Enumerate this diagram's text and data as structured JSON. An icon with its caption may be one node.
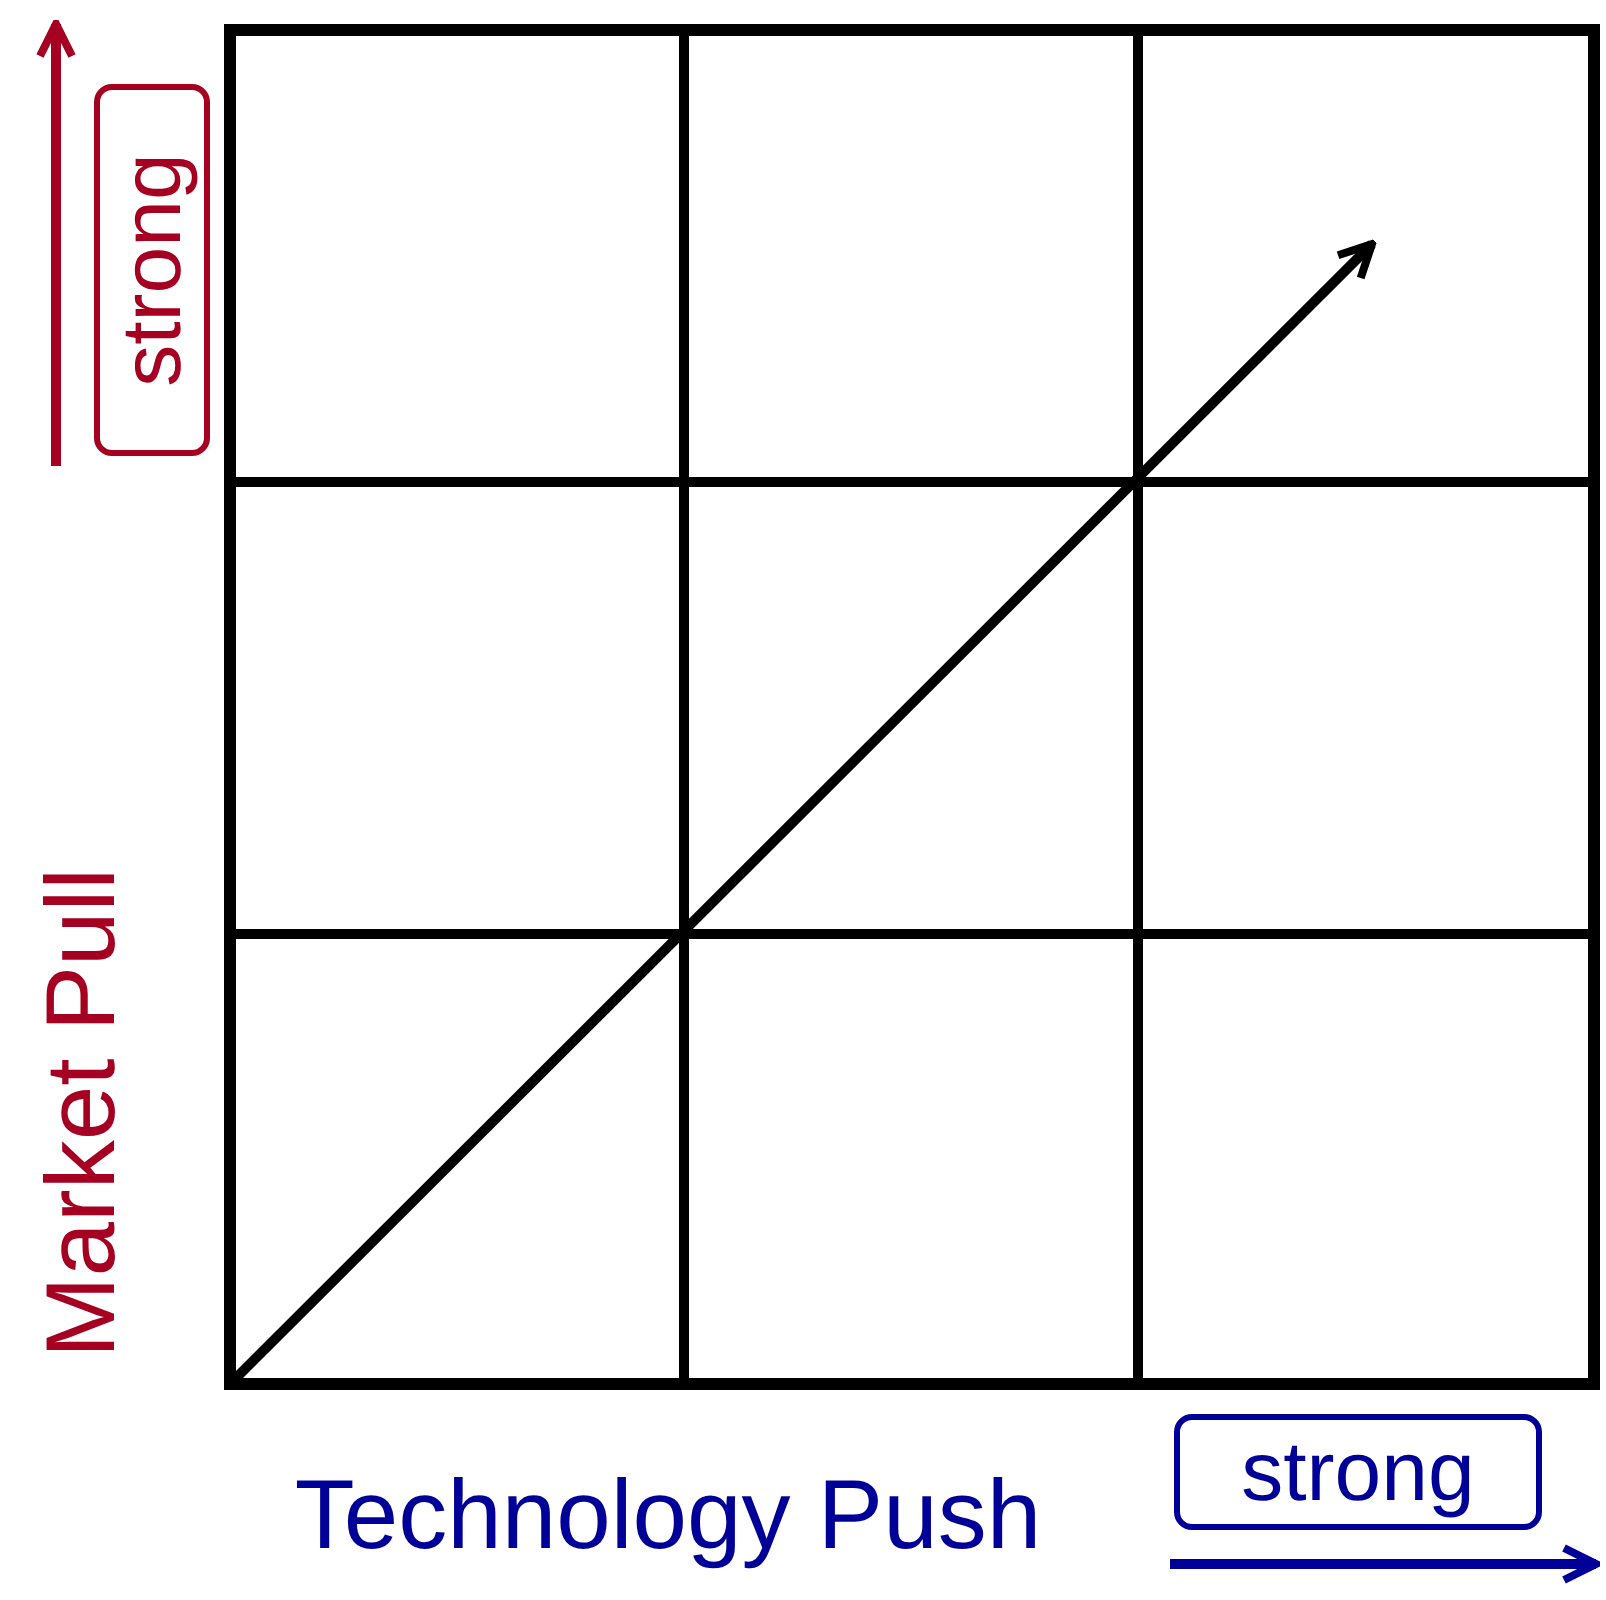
{
  "diagram": {
    "nodes": [
      {
        "text": [
          "strong"
        ]
      },
      {
        "text": [
          "strong"
        ]
      }
    ],
    "labels": [
      "Market Pull",
      "Technology Push"
    ]
  }
}
